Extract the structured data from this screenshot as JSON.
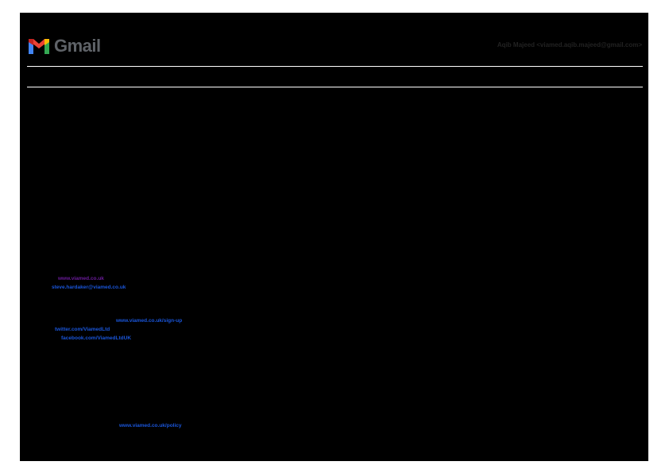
{
  "header": {
    "logo_text": "Gmail",
    "sender": "Aqib Majeed <viamed.aqib.majeed@gmail.com>"
  },
  "links": {
    "website": "www.viamed.co.uk",
    "email": "steve.hardaker@viamed.co.uk",
    "signup": "www.viamed.co.uk/sign-up",
    "twitter": "twitter.com/ViamedLtd",
    "facebook": "facebook.com/ViamedLtdUK",
    "policy": "www.viamed.co.uk/policy"
  }
}
